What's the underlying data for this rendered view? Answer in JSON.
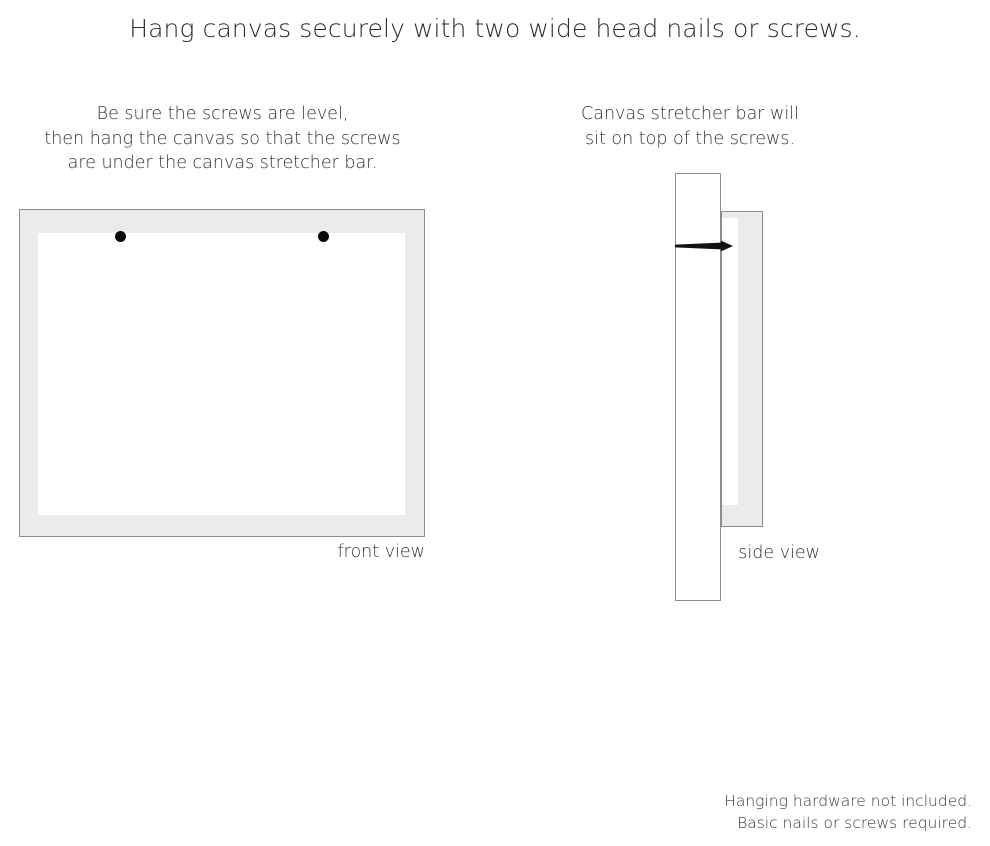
{
  "title": "Hang canvas securely with two wide head nails or screws.",
  "captions": {
    "left": [
      "Be sure the screws are level,",
      "then hang the canvas so that the screws",
      "are under the canvas stretcher bar."
    ],
    "right": [
      "Canvas stretcher bar will",
      "sit on top of the screws."
    ]
  },
  "front_view": {
    "label": "front view",
    "frame_color": "#ebebeb",
    "frame_border_color": "#8d8d8d",
    "inner_color": "#ffffff",
    "screw_color": "#0a0a0a",
    "screw_count": 2
  },
  "side_view": {
    "label": "side view",
    "wall_color": "#ffffff",
    "wall_border_color": "#8d8d8d",
    "bar_color": "#ebebeb",
    "bar_border_color": "#8d8d8d",
    "nail_color": "#111111"
  },
  "footnote": [
    "Hanging hardware not included.",
    "Basic nails or screws required."
  ]
}
